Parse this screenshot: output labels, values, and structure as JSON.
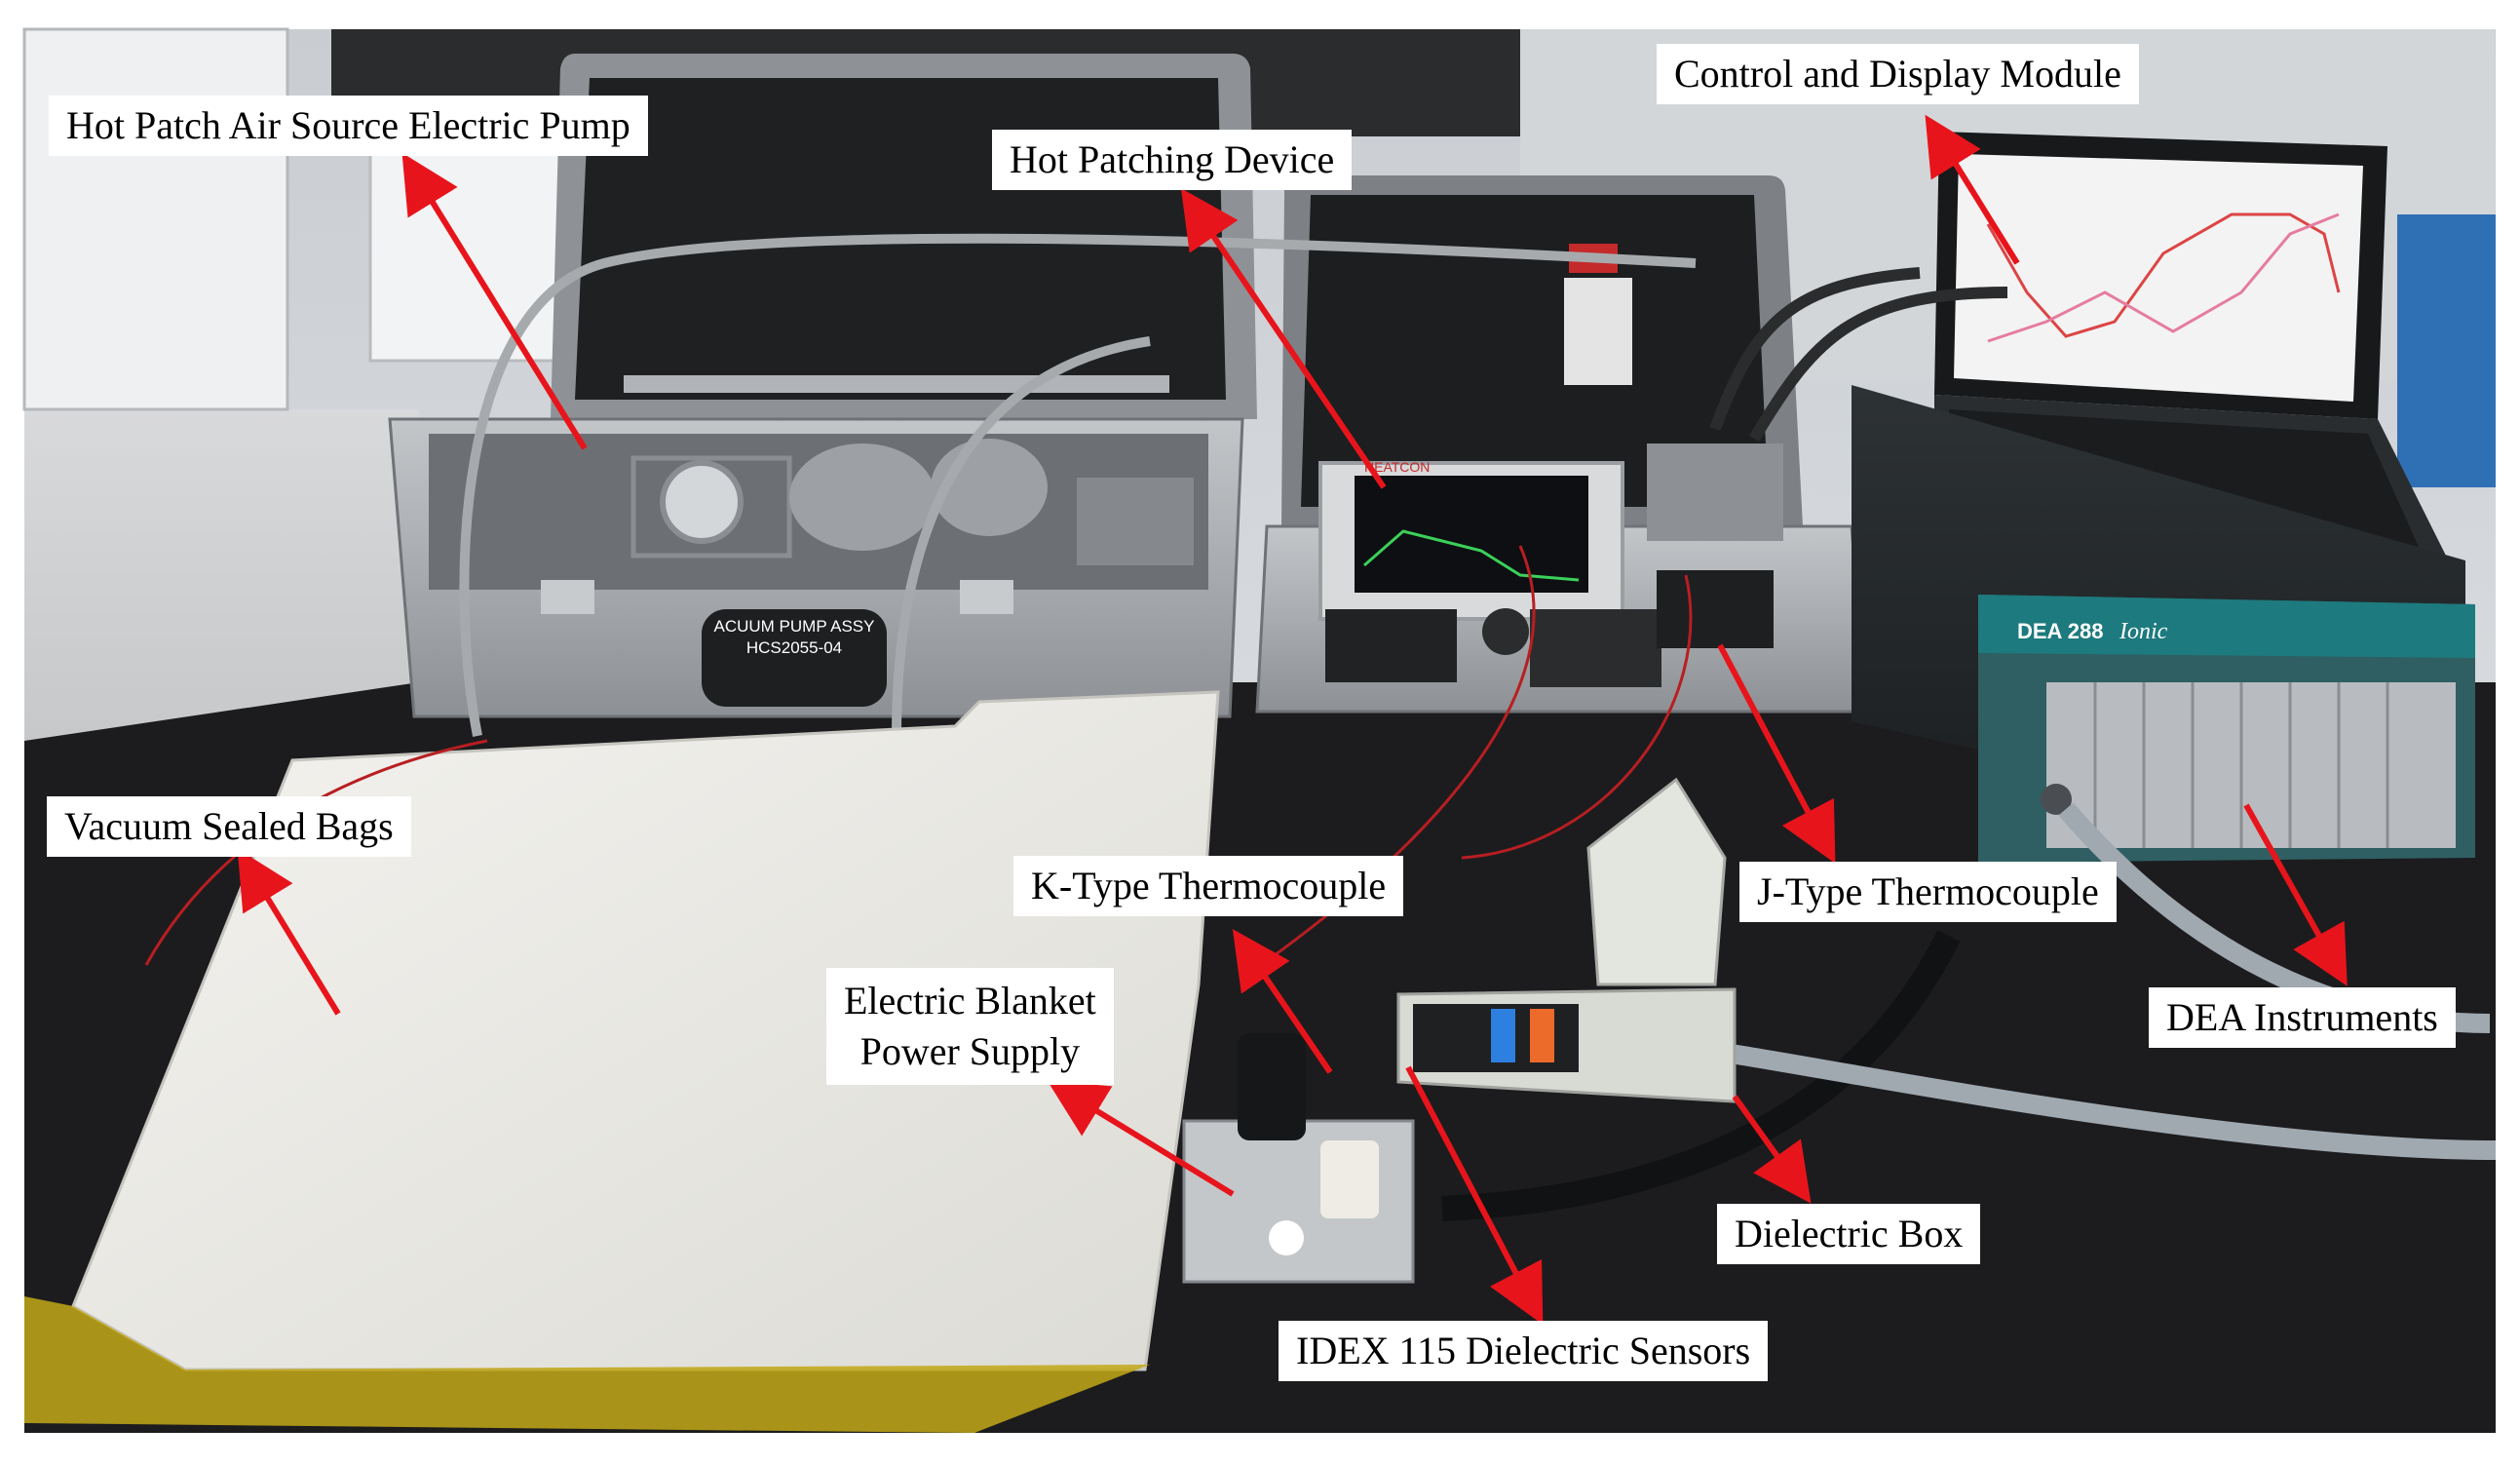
{
  "labels": {
    "hot_patch_pump": "Hot Patch Air Source Electric Pump",
    "hot_patching_device": "Hot Patching Device",
    "control_display_module": "Control and Display Module",
    "vacuum_sealed_bags": "Vacuum Sealed Bags",
    "k_type_thermocouple": "K-Type Thermocouple",
    "j_type_thermocouple": "J-Type Thermocouple",
    "electric_blanket_line1": "Electric Blanket",
    "electric_blanket_line2": "Power Supply",
    "dea_instruments": "DEA Instruments",
    "dielectric_box": "Dielectric Box",
    "idex_sensors": "IDEX 115 Dielectric Sensors"
  },
  "equipment_text": {
    "pump_case_label_1": "ACUUM PUMP ASSY",
    "pump_case_label_2": "HCS2055-04",
    "heatcon_brand": "HEATCON",
    "dea_model": "DEA 288",
    "dea_series": "Ionic"
  },
  "colors": {
    "arrow": "#e8141b",
    "label_bg": "#ffffff",
    "label_text": "#000000",
    "table": "#1c1c1e",
    "case_silver": "#a9adb1",
    "blanket": "#ecebe6"
  }
}
